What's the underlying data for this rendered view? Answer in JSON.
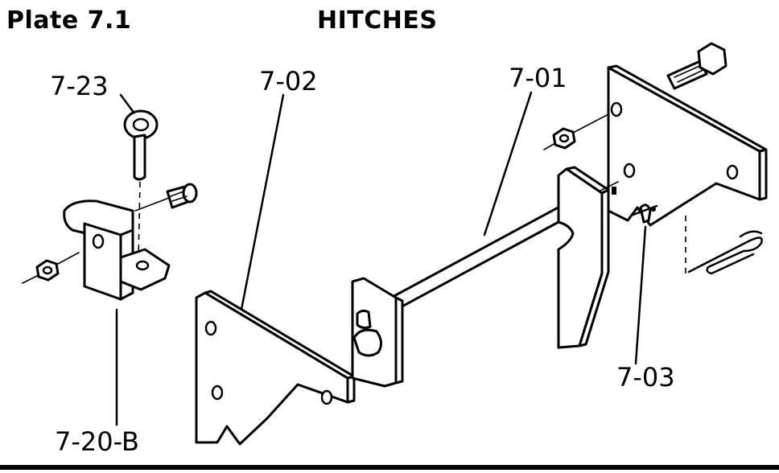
{
  "header": {
    "plate": "Plate 7.1",
    "title": "HITCHES"
  },
  "callouts": [
    "7-23",
    "7-02",
    "7-01",
    "7-03",
    "7-20-B"
  ]
}
